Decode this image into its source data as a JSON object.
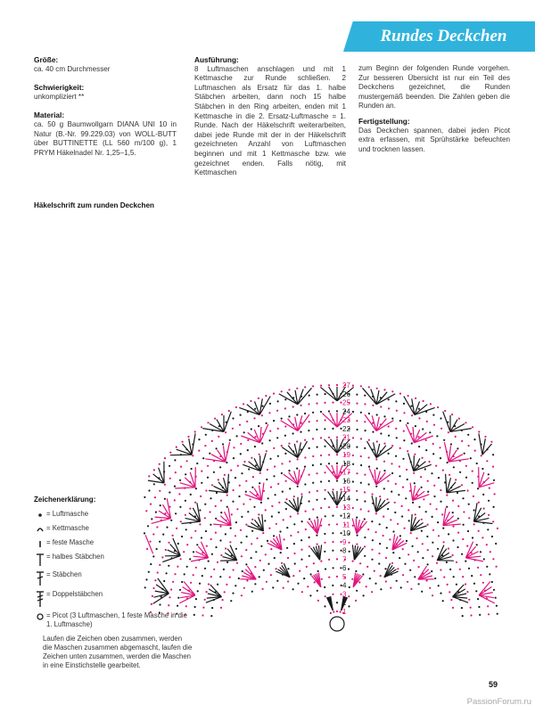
{
  "title": "Rundes Deckchen",
  "groesse": {
    "heading": "Größe:",
    "text": "ca. 40 cm Durchmesser"
  },
  "schwierigkeit": {
    "heading": "Schwierigkeit:",
    "text": "unkompliziert **"
  },
  "material": {
    "heading": "Material:",
    "text": "ca. 50 g Baumwollgarn DIANA UNI 10 in Natur (B.-Nr. 99.229.03) von WOLL-BUTT über BUTTINETTE (LL 560 m/100 g), 1 PRYM Häkelnadel Nr. 1,25–1,5."
  },
  "ausfuehrung": {
    "heading": "Ausführung:",
    "text": "8 Luftmaschen anschlagen und mit 1 Kettmasche zur Runde schließen. 2 Luftmaschen als Ersatz für das 1. halbe Stäbchen arbeiten, dann noch 15 halbe Stäbchen in den Ring arbeiten, enden mit 1 Kettmasche in die 2. Ersatz-Luftmasche = 1. Runde. Nach der Häkelschrift weiterarbeiten, dabei jede Runde mit der in der Häkelschrift gezeichneten Anzahl von Luftmaschen beginnen und mit 1 Kettmasche bzw. wie gezeichnet enden. Falls nötig, mit Kettmaschen",
    "continued": "zum Beginn der folgenden Runde vorgehen. Zur besseren Übersicht ist nur ein Teil des Deckchens gezeichnet, die Runden mustergemäß beenden. Die Zahlen geben die Runden an."
  },
  "fertigstellung": {
    "heading": "Fertigstellung:",
    "text": "Das Deckchen spannen, dabei jeden Picot extra erfassen, mit Sprühstärke befeuchten und trocknen lassen."
  },
  "diagram_title": "Häkelschrift zum runden Deckchen",
  "legend": {
    "heading": "Zeichenerklärung:",
    "items": [
      {
        "symbol": "chain",
        "label": "= Luftmasche"
      },
      {
        "symbol": "slip-stitch",
        "label": "= Kettmasche"
      },
      {
        "symbol": "single-crochet",
        "label": "= feste Masche"
      },
      {
        "symbol": "half-double",
        "label": "= halbes Stäbchen"
      },
      {
        "symbol": "double",
        "label": "= Stäbchen"
      },
      {
        "symbol": "treble",
        "label": "= Doppelstäbchen"
      },
      {
        "symbol": "picot",
        "label": "= Picot (3 Luftmaschen, 1 feste Masche in die 1. Luftmasche)"
      }
    ],
    "note": "Laufen die Zeichen oben zusammen, werden die Maschen zusammen abgemascht, laufen die Zeichen unten zusammen, werden die Maschen in eine Einstichstelle gearbeitet."
  },
  "round_numbers": [
    "1",
    "2",
    "3",
    "4",
    "5",
    "6",
    "7",
    "8",
    "9",
    "10",
    "11",
    "12",
    "13",
    "14",
    "15",
    "16",
    "17",
    "18",
    "19",
    "20",
    "21",
    "22",
    "23",
    "24",
    "25",
    "26",
    "27"
  ],
  "colors": {
    "banner": "#2fb3dc",
    "magenta": "#e0137e",
    "black": "#1a1a1a"
  },
  "page_number": "59",
  "watermark": "PassionForum.ru"
}
